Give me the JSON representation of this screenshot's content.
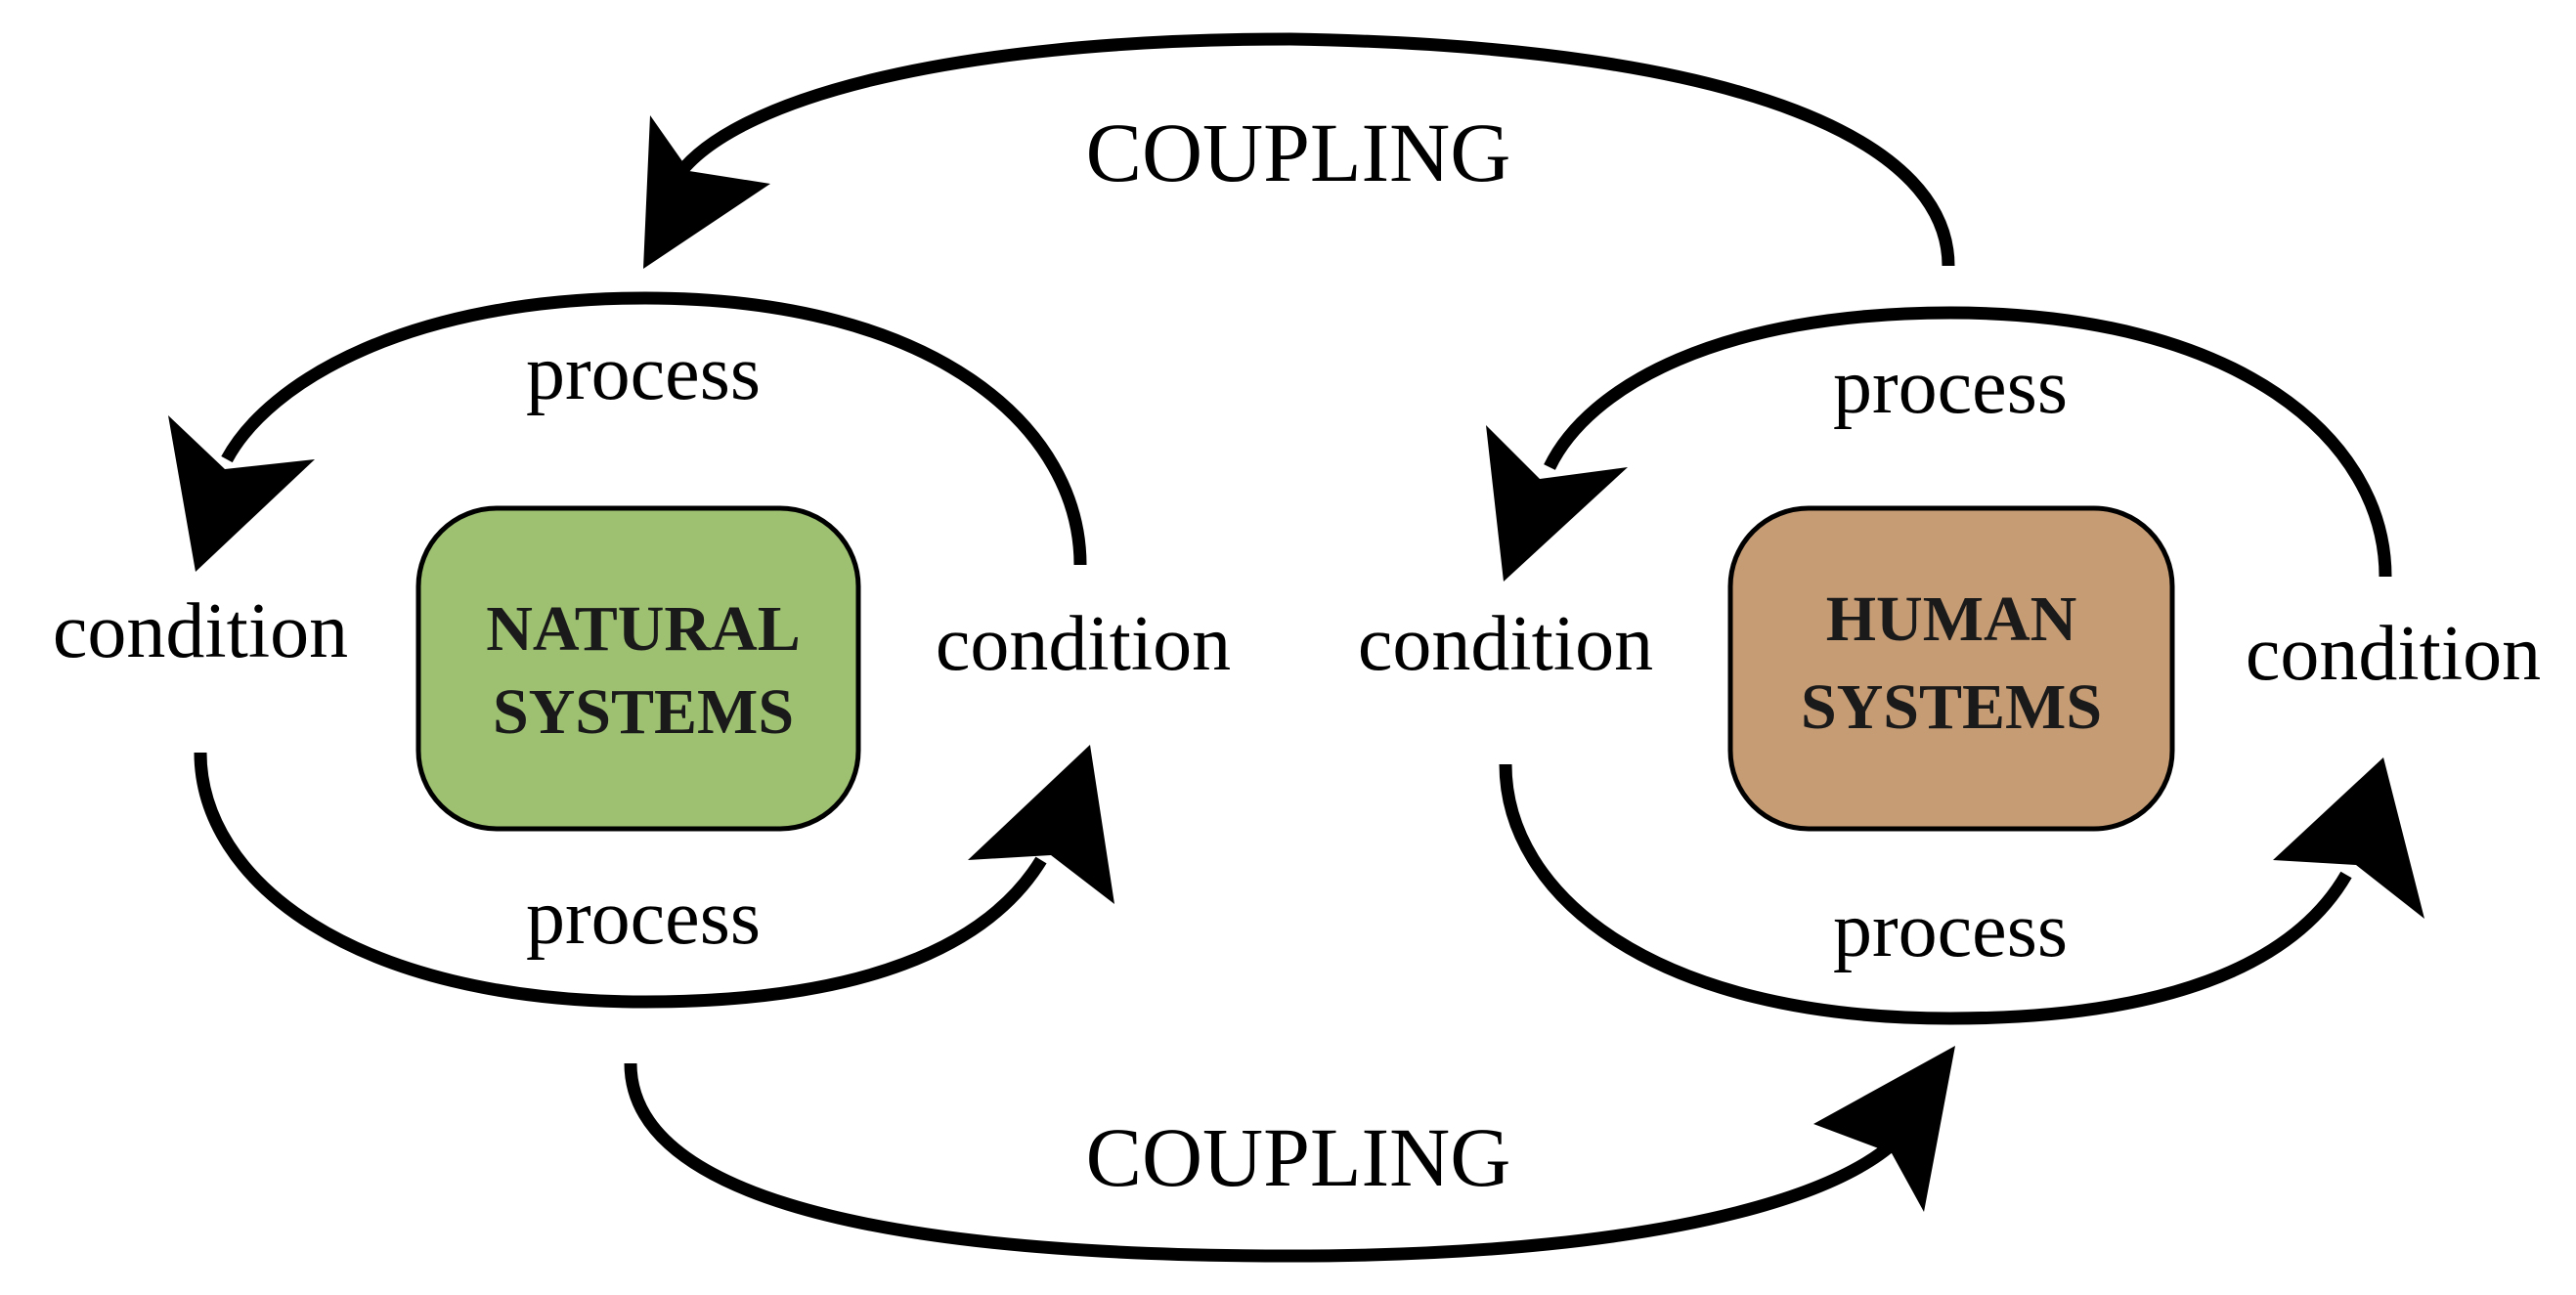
{
  "labels": {
    "coupling_top": "COUPLING",
    "coupling_bottom": "COUPLING",
    "natural_process_top": "process",
    "natural_process_bottom": "process",
    "natural_condition_left": "condition",
    "natural_condition_right": "condition",
    "human_process_top": "process",
    "human_process_bottom": "process",
    "human_condition_left": "condition",
    "human_condition_right": "condition"
  },
  "natural_box": {
    "line1": "NATURAL",
    "line2": "SYSTEMS",
    "color": "#9dc071"
  },
  "human_box": {
    "line1": "HUMAN",
    "line2": "SYSTEMS",
    "color": "#c69c74"
  }
}
